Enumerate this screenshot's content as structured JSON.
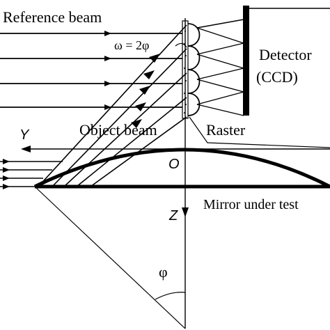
{
  "labels": {
    "reference_beam": "Reference beam",
    "angle_relation": "ω = 2φ",
    "detector_line1": "Detector",
    "detector_line2": "(CCD)",
    "object_beam": "Object beam",
    "raster": "Raster",
    "mirror": "Mirror under test",
    "axis_y": "Y",
    "origin": "O",
    "axis_z": "Z",
    "phi": "φ"
  },
  "colors": {
    "ink": "#000000",
    "background": "#ffffff"
  }
}
